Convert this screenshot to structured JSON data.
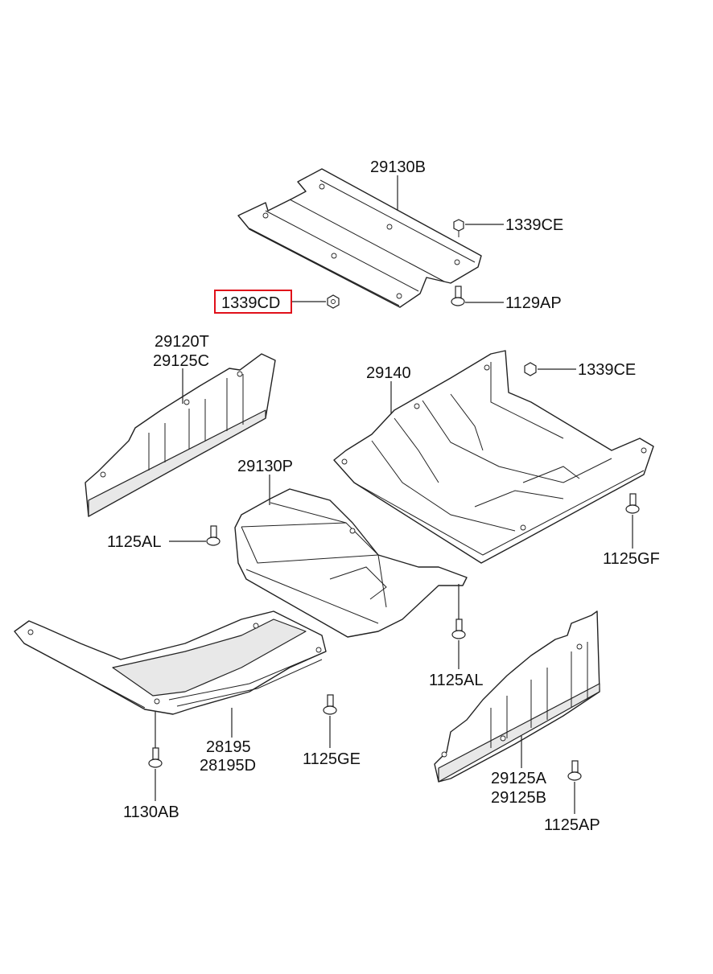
{
  "labels": {
    "p29130B": "29130B",
    "p1339CE_a": "1339CE",
    "p1129AP": "1129AP",
    "p1339CD": "1339CD",
    "p29120T": "29120T",
    "p29125C": "29125C",
    "p29140": "29140",
    "p1339CE_b": "1339CE",
    "p29130P": "29130P",
    "p1125AL_a": "1125AL",
    "p1125GF": "1125GF",
    "p1125AL_b": "1125AL",
    "p28195": "28195",
    "p28195D": "28195D",
    "p1125GE": "1125GE",
    "p29125A": "29125A",
    "p29125B": "29125B",
    "p1130AB": "1130AB",
    "p1125AP": "1125AP"
  },
  "highlighted_part": "1339CD",
  "colors": {
    "highlight": "#e0101a",
    "line": "#222222",
    "background": "#ffffff"
  }
}
